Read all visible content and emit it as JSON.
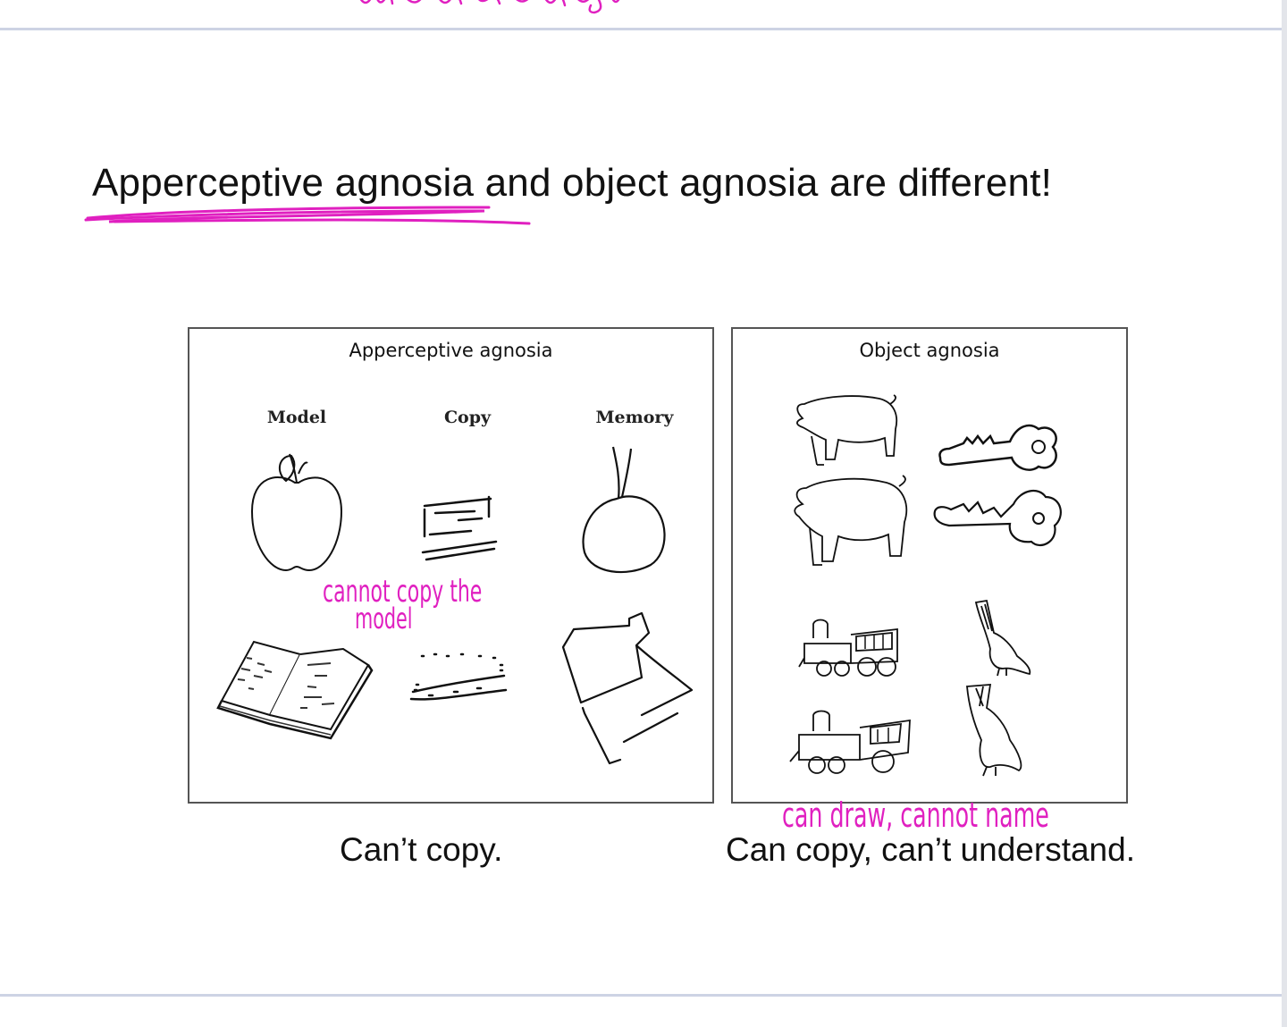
{
  "slide": {
    "title": "Apperceptive agnosia and object agnosia are different!"
  },
  "figure_left": {
    "title": "Apperceptive agnosia",
    "columns": [
      "Model",
      "Copy",
      "Memory"
    ],
    "caption": "Can’t copy."
  },
  "figure_right": {
    "title": "Object agnosia",
    "caption": "Can copy, can’t understand."
  },
  "annotations": {
    "left_note_line1": "cannot copy the",
    "left_note_line2": "model",
    "right_note": "can draw, cannot name"
  },
  "colors": {
    "ink_annotation": "#e020c0",
    "page_rule": "#cdd3e4"
  },
  "icons": [
    "apple-drawing",
    "book-drawing",
    "pig-drawing",
    "key-drawing",
    "train-drawing",
    "bird-drawing"
  ]
}
